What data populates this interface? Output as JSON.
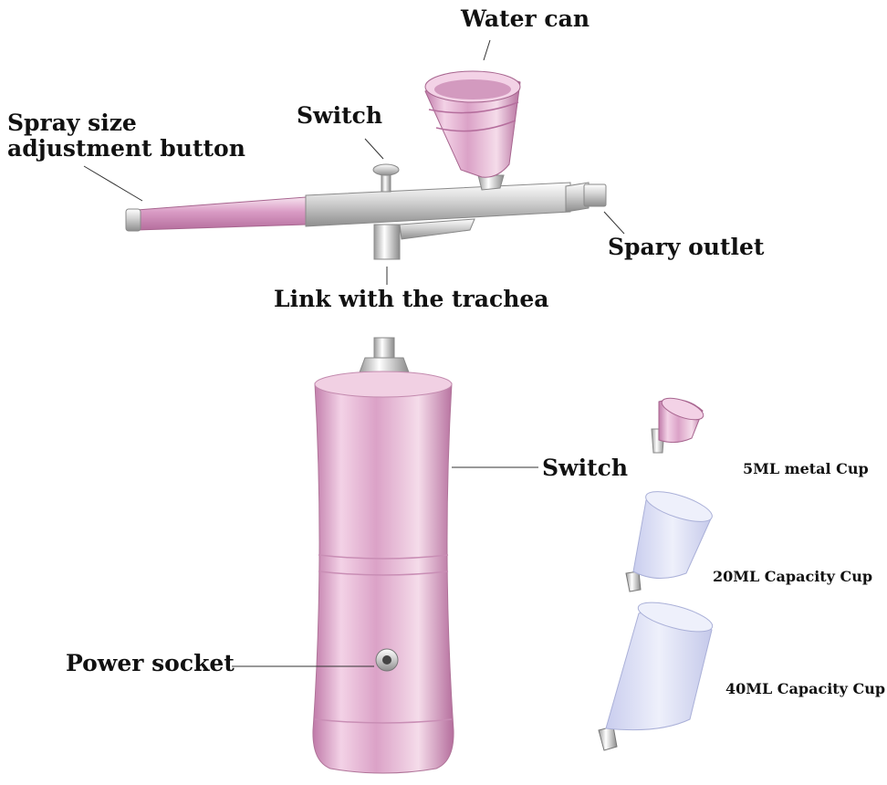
{
  "labels": {
    "water_can": "Water can",
    "switch_top": "Switch",
    "spray_size_line1": "Spray size",
    "spray_size_line2": "adjustment button",
    "spray_outlet": "Spary outlet",
    "trachea": "Link with the trachea",
    "switch_body": "Switch",
    "power_socket": "Power socket",
    "cup_5ml": "5ML metal Cup",
    "cup_20ml": "20ML Capacity Cup",
    "cup_40ml": "40ML Capacity Cup"
  },
  "colors": {
    "pink_light": "#f3d2e6",
    "pink_mid": "#d99bc4",
    "pink_dark": "#b56e9d",
    "chrome_light": "#f2f2f2",
    "chrome_dark": "#8e8e8e",
    "cup_clear": "#dfe3f6"
  }
}
